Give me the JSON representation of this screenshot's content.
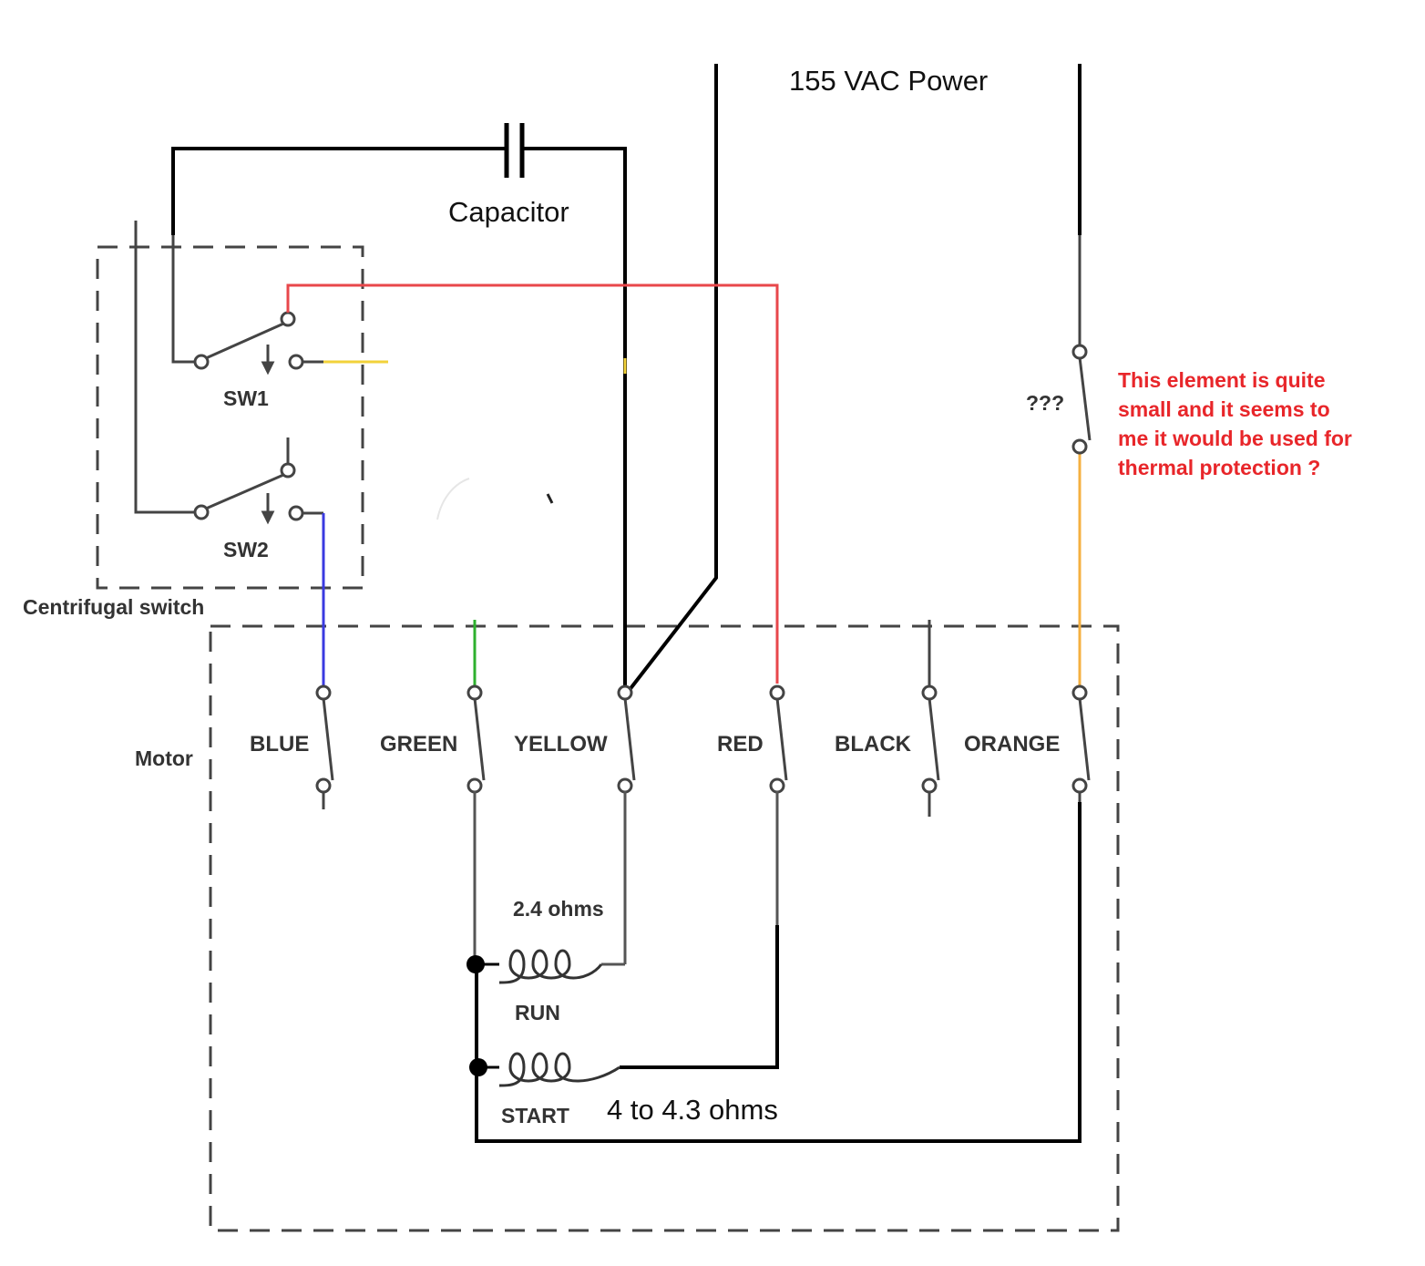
{
  "labels": {
    "power": "155 VAC Power",
    "capacitor": "Capacitor",
    "sw1": "SW1",
    "sw2": "SW2",
    "centrifugal_switch": "Centrifugal switch",
    "motor": "Motor",
    "unknown_element": "???",
    "run_resistance": "2.4 ohms",
    "run": "RUN",
    "start": "START",
    "start_resistance": "4 to 4.3 ohms"
  },
  "terminals": [
    "BLUE",
    "GREEN",
    "YELLOW",
    "RED",
    "BLACK",
    "ORANGE"
  ],
  "note": {
    "lines": [
      "This element is quite",
      "small and it seems to",
      "me it would be used for",
      "thermal protection ?"
    ],
    "color": "#e8262a"
  },
  "wire_colors": {
    "black": "#000000",
    "red": "#e8474b",
    "yellow": "#f2d23a",
    "blue": "#3a3ae0",
    "green": "#2eb02e",
    "orange": "#f5b041",
    "gray": "#444444"
  }
}
